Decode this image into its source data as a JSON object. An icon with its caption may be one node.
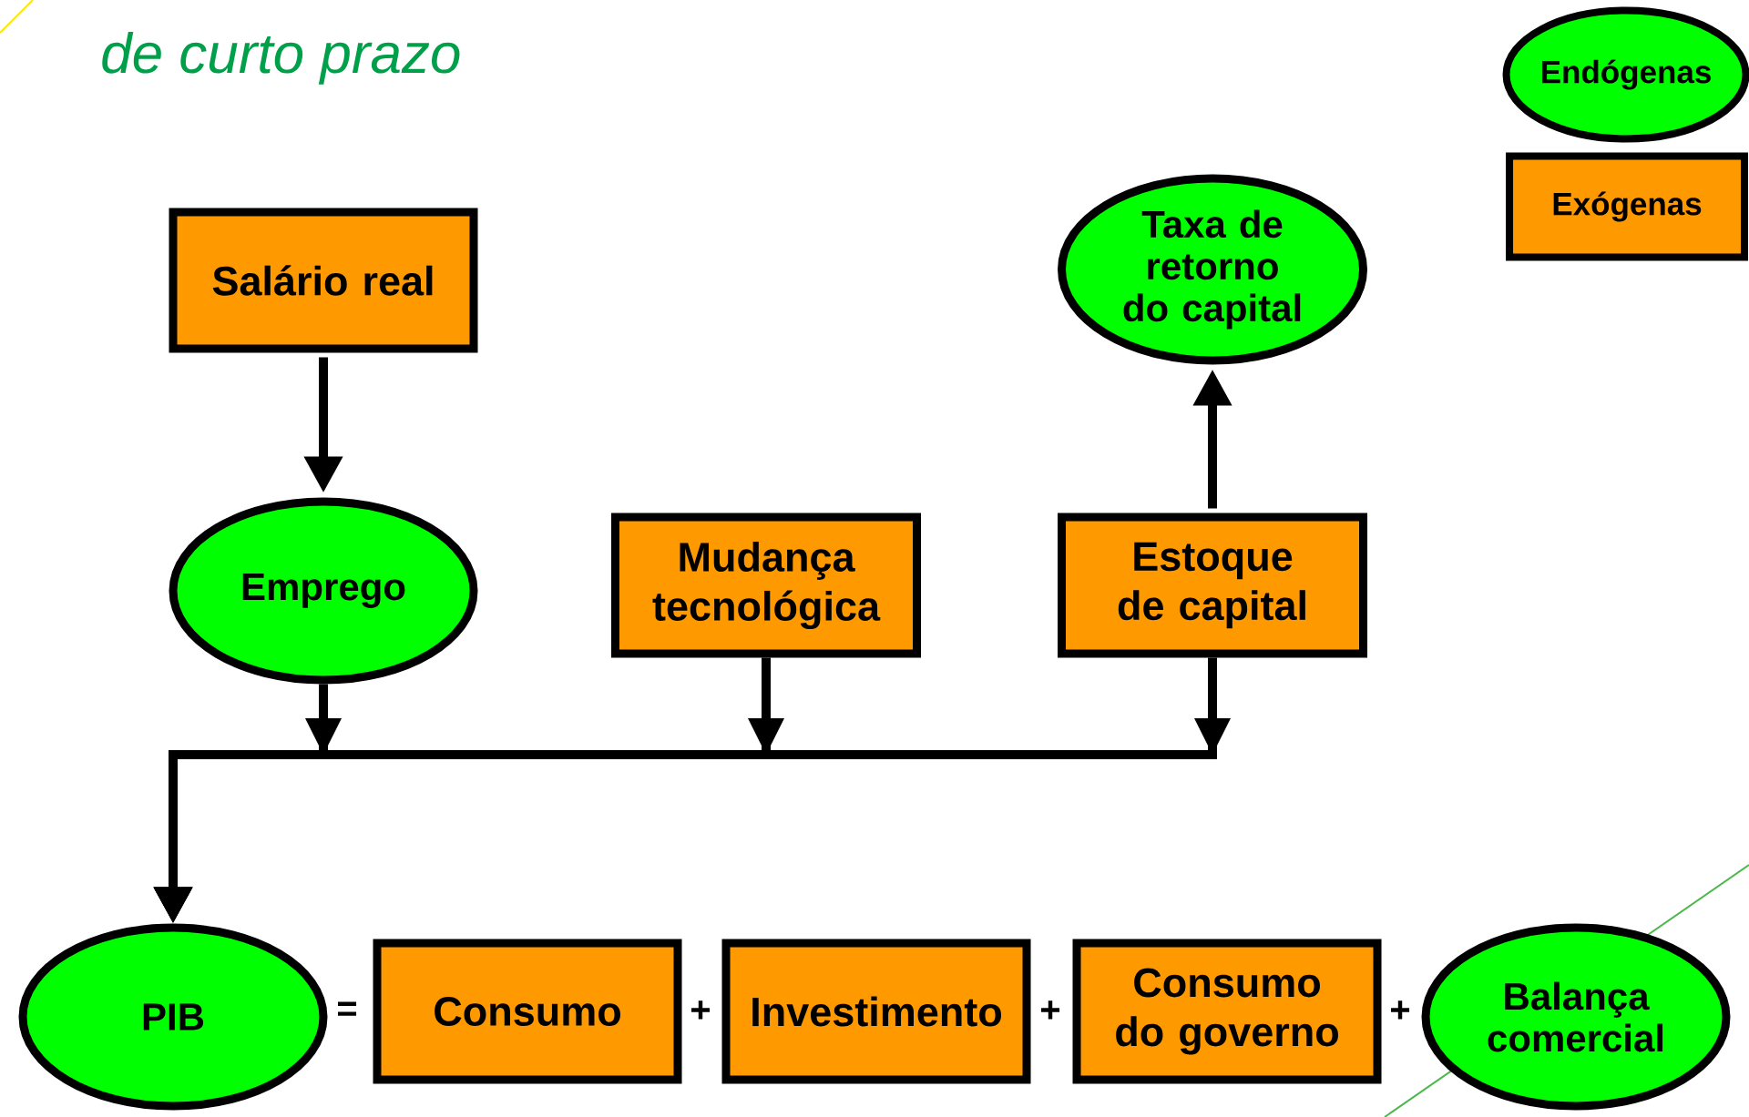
{
  "diagram": {
    "title": "de curto prazo",
    "nodes": [
      {
        "text": [
          "Salário real"
        ]
      },
      {
        "text": [
          "Emprego"
        ]
      },
      {
        "text": [
          "Mudança tecnológica"
        ]
      },
      {
        "text": [
          "Estoque de capital"
        ]
      },
      {
        "text": [
          "Taxa de retorno do capital"
        ]
      },
      {
        "text": [
          "PIB"
        ]
      },
      {
        "text": [
          "Consumo"
        ]
      },
      {
        "text": [
          "Investimento"
        ]
      },
      {
        "text": [
          "Consumo do governo"
        ]
      },
      {
        "text": [
          "Balança comercial"
        ]
      }
    ],
    "edges": [
      {
        "from": 0,
        "to": 1,
        "arrow": "to"
      },
      {
        "from": 3,
        "to": 4,
        "arrow": "to"
      },
      {
        "from": 1,
        "to": 5,
        "arrow": "to"
      },
      {
        "from": 2,
        "to": 5,
        "arrow": "to"
      },
      {
        "from": 3,
        "to": 5,
        "arrow": "to"
      }
    ],
    "labels": [
      "=",
      "+",
      "+",
      "+"
    ],
    "legend": [
      {
        "text": "Endógenas",
        "color": "#00ff00"
      },
      {
        "text": "Exógenas",
        "color": "#ff9900"
      }
    ]
  }
}
